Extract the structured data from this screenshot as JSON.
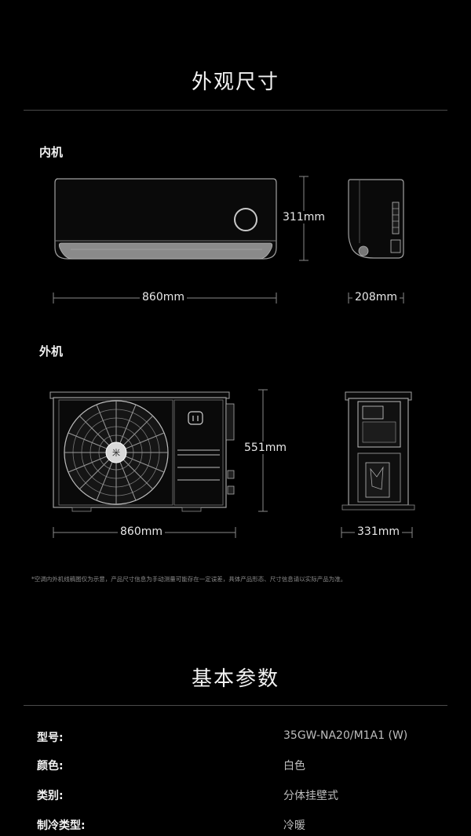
{
  "dimensions_section": {
    "title": "外观尺寸",
    "indoor_label": "内机",
    "outdoor_label": "外机",
    "indoor_width": "860mm",
    "indoor_height": "311mm",
    "indoor_depth": "208mm",
    "outdoor_width": "860mm",
    "outdoor_height": "551mm",
    "outdoor_depth": "331mm",
    "note": "*空调内外机线稿图仅为示意，产品尺寸信息为手动测量可能存在一定误差，具体产品形态、尺寸信息请以实际产品为准。"
  },
  "specs_section": {
    "title": "基本参数",
    "rows": [
      {
        "label": "型号:",
        "value": "35GW-NA20/M1A1 (W)"
      },
      {
        "label": "颜色:",
        "value": "白色"
      },
      {
        "label": "类别:",
        "value": "分体挂壁式"
      },
      {
        "label": "制冷类型:",
        "value": "冷暖"
      }
    ]
  },
  "icons": [
    "mi-home-logo-icon",
    "fan-grille-icon",
    "display-knob-icon"
  ],
  "colors": {
    "background": "#000000",
    "line": "#9a9a9a",
    "text": "#ffffff",
    "muted": "#8a8a8a"
  }
}
